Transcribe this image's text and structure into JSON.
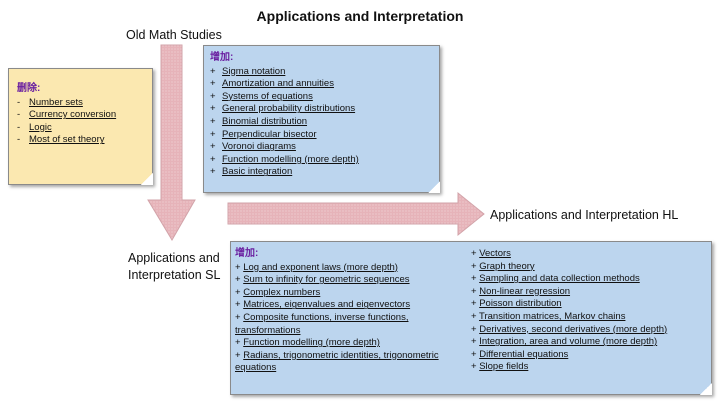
{
  "title": "Applications and Interpretation",
  "labels": {
    "old": "Old Math Studies",
    "sl": "Applications and Interpretation SL",
    "hl": "Applications and Interpretation HL"
  },
  "removed": {
    "heading": "删除:",
    "marker": "-",
    "items": [
      "Number sets",
      "Currency conversion",
      "Logic",
      "Most of set theory"
    ]
  },
  "added_top": {
    "heading": "增加:",
    "marker": "+",
    "items": [
      "Sigma notation",
      "Amortization and annuities",
      "Systems of equations",
      "General probability distributions",
      "Binomial distribution",
      "Perpendicular bisector",
      "Voronoi diagrams",
      "Function modelling (more depth)",
      "Basic integration"
    ]
  },
  "added_bottom": {
    "heading": "增加:",
    "marker": "+",
    "left_items": [
      "Log and exponent laws (more depth)",
      "Sum to infinity for geometric sequences",
      "Complex numbers",
      "Matrices, eigenvalues and eigenvectors",
      "Composite functions, inverse functions, transformations",
      "Function modelling (more depth)",
      "Radians, trigonometric identities, trigonometric equations"
    ],
    "right_items": [
      "Vectors",
      "Graph theory",
      "Sampling and data collection methods",
      "Non-linear regression",
      "Poisson distribution",
      "Transition matrices, Markov chains",
      "Derivatives, second derivatives (more depth)",
      "Integration, area and volume (more depth)",
      "Differential equations",
      "Slope fields"
    ]
  },
  "colors": {
    "yellow_note": "#fbe8b0",
    "blue_note": "#bcd5ee",
    "arrow_fill": "#e8b8be",
    "heading_purple": "#6a1fa0"
  }
}
